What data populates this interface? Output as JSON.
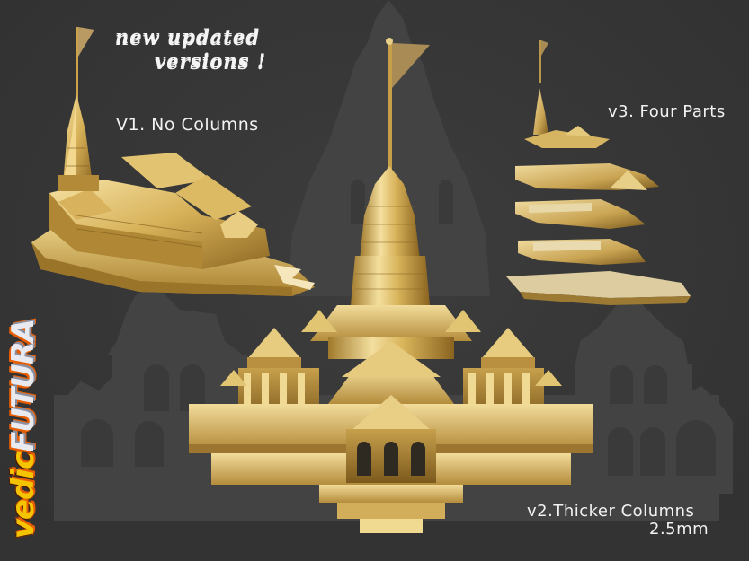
{
  "headline": {
    "line1": "new updated",
    "line2": "versions !"
  },
  "labels": {
    "v1": "V1. No Columns",
    "v3": "v3. Four Parts",
    "v2_line1": "v2.Thicker Columns",
    "v2_line2": "2.5mm"
  },
  "logo": {
    "part1": "vedic",
    "part2": "FUTURA"
  },
  "colors": {
    "background": "#363636",
    "silhouette": "#474747",
    "gold_light": "#f3dc9a",
    "gold_mid": "#d8b45a",
    "gold_dark": "#8a6420",
    "text": "#f2f2f2",
    "logo_yellow": "#f5c400",
    "logo_orange": "#e85d00"
  },
  "models": [
    {
      "id": "v1",
      "description": "Temple model without columns, isometric view"
    },
    {
      "id": "v2",
      "description": "Temple model with thicker columns, front view"
    },
    {
      "id": "v3",
      "description": "Temple model split in four stacked parts, exploded view"
    }
  ]
}
